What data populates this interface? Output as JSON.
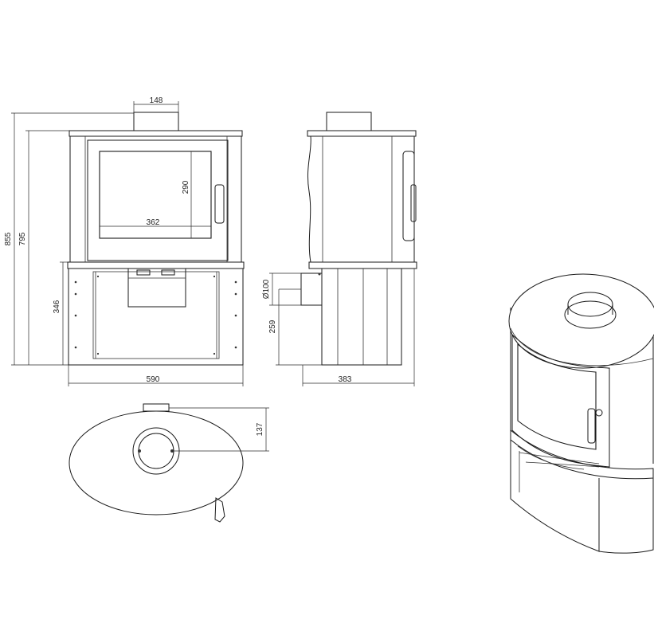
{
  "dimensions": {
    "flue_width": "148",
    "total_height": "855",
    "body_height": "795",
    "base_height": "346",
    "glass_height": "290",
    "glass_width": "362",
    "total_width": "590",
    "flue_diameter": "Ø100",
    "flue_center_height": "259",
    "depth": "383",
    "flue_offset": "137"
  }
}
